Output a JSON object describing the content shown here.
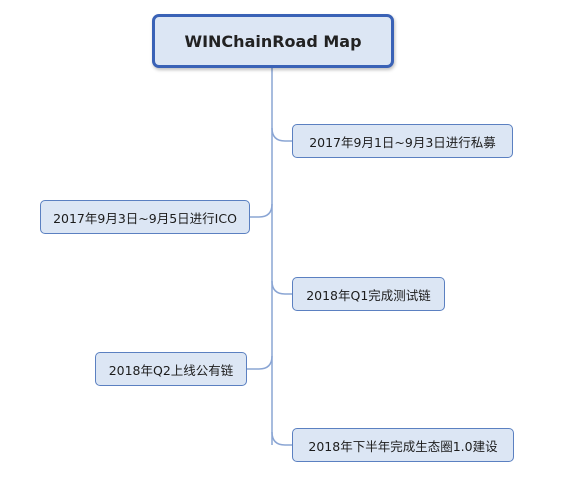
{
  "diagram": {
    "root": {
      "label": "WINChainRoad Map"
    },
    "nodes": [
      {
        "label": "2017年9月1日~9月3日进行私募",
        "side": "right"
      },
      {
        "label": "2017年9月3日~9月5日进行ICO",
        "side": "left"
      },
      {
        "label": "2018年Q1完成测试链",
        "side": "right"
      },
      {
        "label": "2018年Q2上线公有链",
        "side": "left"
      },
      {
        "label": "2018年下半年完成生态圈1.0建设",
        "side": "right"
      }
    ]
  },
  "colors": {
    "node_fill": "#dce6f4",
    "node_border": "#5b80c1",
    "root_border": "#3a62b6",
    "connector": "#8aa5d4"
  }
}
